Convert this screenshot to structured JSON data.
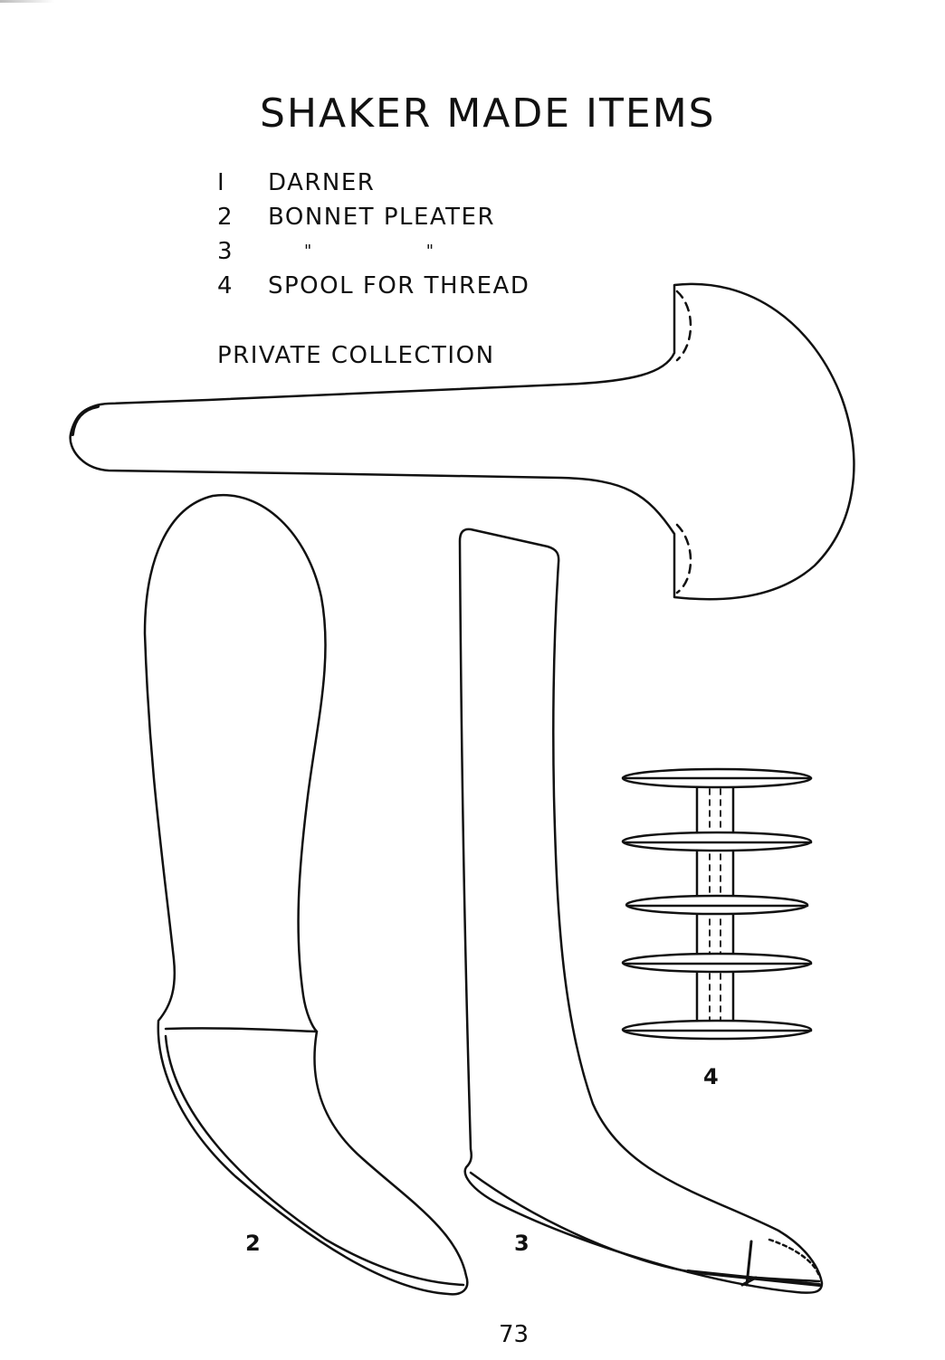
{
  "title": "SHAKER MADE ITEMS",
  "legend": [
    {
      "num": "I",
      "text": "DARNER"
    },
    {
      "num": "2",
      "text": "BONNET PLEATER"
    },
    {
      "num": "3",
      "ditto_1": "\"",
      "ditto_2": "\""
    },
    {
      "num": "4",
      "text": "SPOOL FOR THREAD"
    }
  ],
  "collection": "PRIVATE COLLECTION",
  "figure_labels": {
    "pleater_2": "2",
    "pleater_3": "3",
    "spool_4": "4"
  },
  "page_number": "73",
  "colors": {
    "ink": "#111111",
    "paper": "#ffffff"
  }
}
